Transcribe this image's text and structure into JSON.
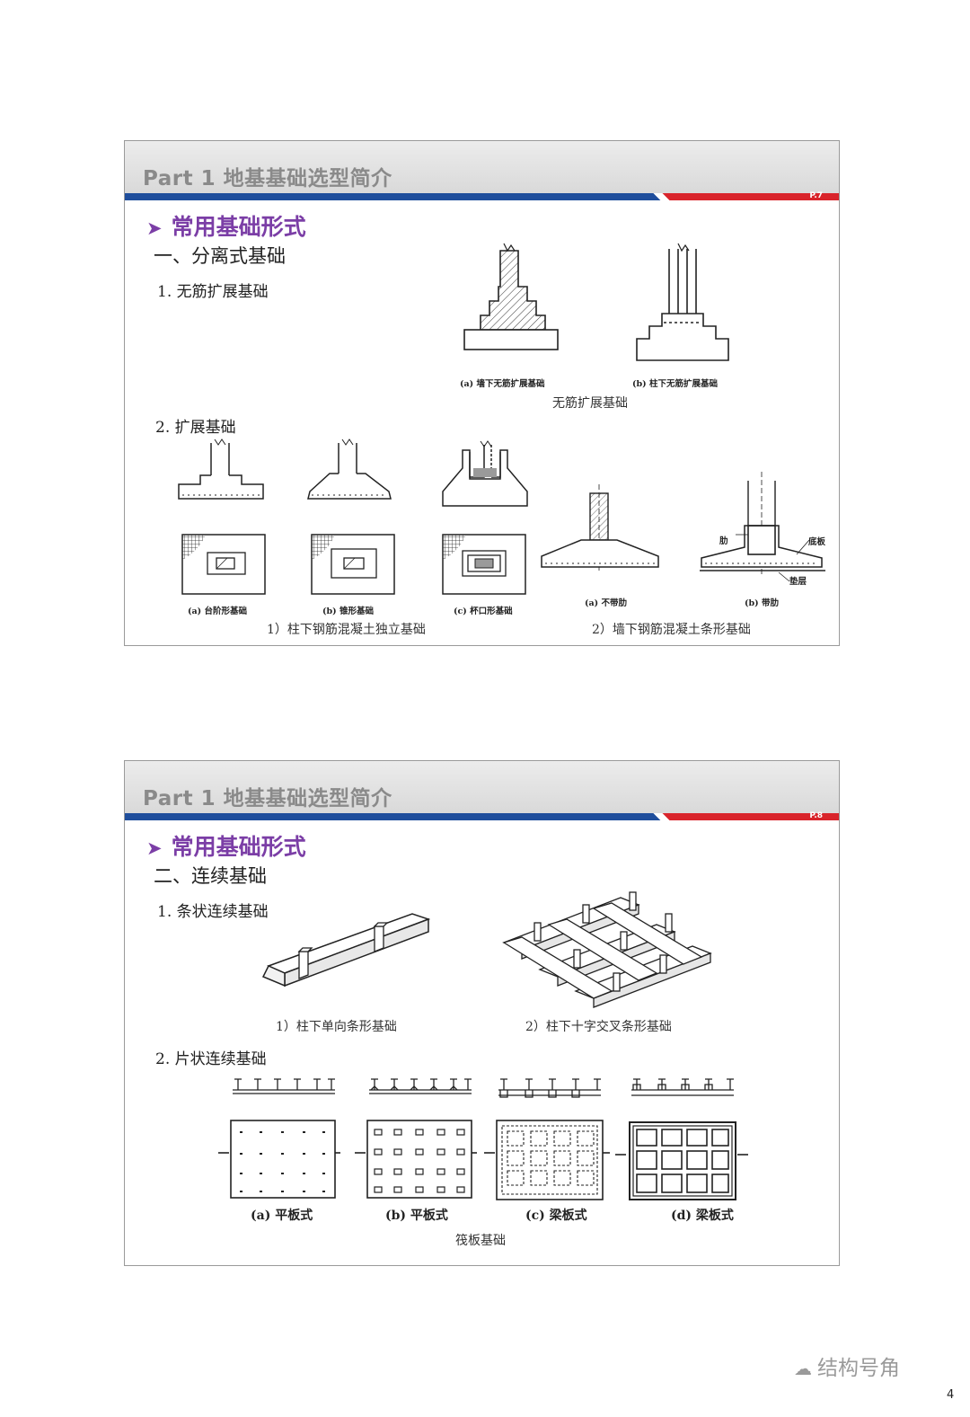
{
  "slides": [
    {
      "title": "Part 1 地基基础选型简介",
      "page_label": "P.7",
      "heading": "常用基础形式",
      "subheading": "一、分离式基础",
      "items": [
        {
          "label": "1. 无筋扩展基础"
        },
        {
          "label": "2. 扩展基础"
        }
      ],
      "unreinforced": {
        "caption_a": "(a) 墙下无筋扩展基础",
        "caption_b": "(b) 柱下无筋扩展基础",
        "caption": "无筋扩展基础"
      },
      "spread": {
        "caption_a": "(a) 台阶形基础",
        "caption_b": "(b) 锥形基础",
        "caption_c": "(c) 杯口形基础",
        "caption_d": "(a) 不带肋",
        "caption_e": "(b) 带肋",
        "label_rib": "肋",
        "label_slab": "底板",
        "label_pad": "垫层",
        "caption_left": "1）柱下钢筋混凝土独立基础",
        "caption_right": "2）墙下钢筋混凝土条形基础"
      }
    },
    {
      "title": "Part 1 地基基础选型简介",
      "page_label": "P.8",
      "heading": "常用基础形式",
      "subheading": "二、连续基础",
      "items": [
        {
          "label": "1. 条状连续基础"
        },
        {
          "label": "2. 片状连续基础"
        }
      ],
      "strip": {
        "caption_left": "1）柱下单向条形基础",
        "caption_right": "2）柱下十字交叉条形基础"
      },
      "raft": {
        "caption_a": "(a) 平板式",
        "caption_b": "(b) 平板式",
        "caption_c": "(c) 梁板式",
        "caption_d": "(d) 梁板式",
        "caption": "筏板基础"
      }
    }
  ],
  "footer": {
    "logo_text": "结构号角",
    "page_number": "4"
  },
  "colors": {
    "heading": "#7b3ea6",
    "band_blue": "#1f4e9c",
    "band_red": "#d9242b",
    "title_gray": "#8a8a8a"
  }
}
